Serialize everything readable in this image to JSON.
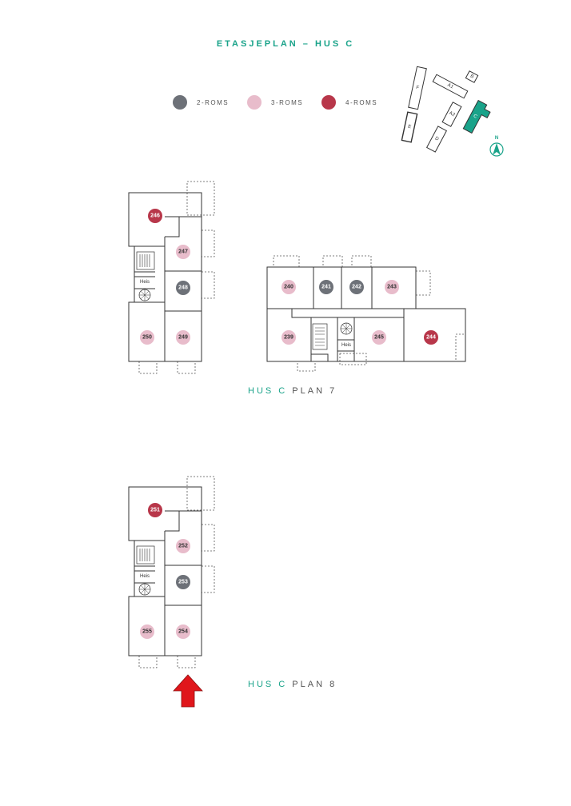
{
  "title": "ETASJEPLAN – HUS C",
  "legend": [
    {
      "label": "2-ROMS",
      "color": "#6d7178"
    },
    {
      "label": "3-ROMS",
      "color": "#e8bccb"
    },
    {
      "label": "4-ROMS",
      "color": "#b8374a"
    }
  ],
  "site_map": {
    "buildings": [
      "F",
      "A1",
      "B",
      "E",
      "A2",
      "C",
      "D"
    ],
    "highlight": "C",
    "highlight_color": "#1aa38a",
    "compass": "N"
  },
  "plan7": {
    "caption_accent": "HUS C",
    "caption_rest": "PLAN 7",
    "heis": "Heis",
    "units": [
      {
        "id": "246",
        "type": "4-ROMS"
      },
      {
        "id": "247",
        "type": "3-ROMS"
      },
      {
        "id": "248",
        "type": "2-ROMS"
      },
      {
        "id": "250",
        "type": "3-ROMS"
      },
      {
        "id": "249",
        "type": "3-ROMS"
      },
      {
        "id": "240",
        "type": "3-ROMS"
      },
      {
        "id": "241",
        "type": "2-ROMS"
      },
      {
        "id": "242",
        "type": "2-ROMS"
      },
      {
        "id": "243",
        "type": "3-ROMS"
      },
      {
        "id": "239",
        "type": "3-ROMS"
      },
      {
        "id": "245",
        "type": "3-ROMS"
      },
      {
        "id": "244",
        "type": "4-ROMS"
      }
    ]
  },
  "plan8": {
    "caption_accent": "HUS C",
    "caption_rest": "PLAN 8",
    "heis": "Heis",
    "units": [
      {
        "id": "251",
        "type": "4-ROMS"
      },
      {
        "id": "252",
        "type": "3-ROMS"
      },
      {
        "id": "253",
        "type": "2-ROMS"
      },
      {
        "id": "255",
        "type": "3-ROMS"
      },
      {
        "id": "254",
        "type": "3-ROMS"
      }
    ]
  },
  "entrance_arrow_color": "#e0161b"
}
